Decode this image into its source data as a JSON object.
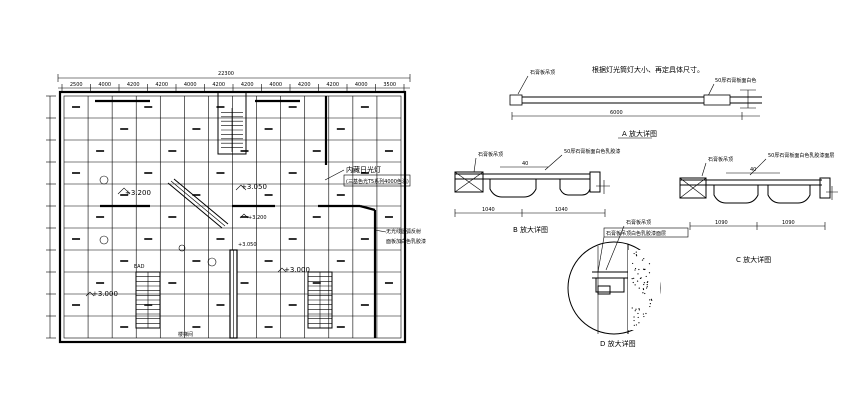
{
  "plan": {
    "top_dim_total": "22300",
    "top_dims": [
      "2500",
      "4000",
      "4200",
      "4200",
      "4000",
      "4200",
      "4200",
      "4000",
      "4200",
      "4200",
      "4000",
      "3500"
    ],
    "note_title": "内藏日光灯",
    "note_sub": "(三基色光T5系列4000色温)",
    "note_right_1": "无光线圆弧反射",
    "note_right_2": "面板加白色乳胶漆",
    "elev_1": "+3.200",
    "elev_2": "+3.050",
    "elev_3": "+3.200",
    "elev_4": "+3.050",
    "elev_5": "+3.000",
    "elev_6": "+3.000",
    "label_ead": "EAD",
    "label_stair": "楼梯间"
  },
  "detail_a": {
    "note_left": "石膏板吊顶",
    "note_main": "根据灯光筒灯大小、再定具体尺寸。",
    "note_right": "50厚石膏板面白色",
    "dim": "6000",
    "caption": "A 放大详图"
  },
  "detail_b": {
    "note_left": "石膏板吊顶",
    "note_right": "50厚石膏板面白色乳胶漆",
    "dim_top": "40",
    "dims_bottom": [
      "1040",
      "1040"
    ],
    "caption": "B 放大详图"
  },
  "detail_c": {
    "note_left": "石膏板吊顶",
    "note_right": "50厚石膏板面白色乳胶漆面层",
    "dim_top": "40",
    "dims_bottom": [
      "1090",
      "1090"
    ],
    "caption": "C 放大详图"
  },
  "detail_d": {
    "note_1": "石膏板吊顶",
    "note_2": "石膏板吊顶白色乳胶漆面层",
    "caption": "D 放大详图"
  }
}
